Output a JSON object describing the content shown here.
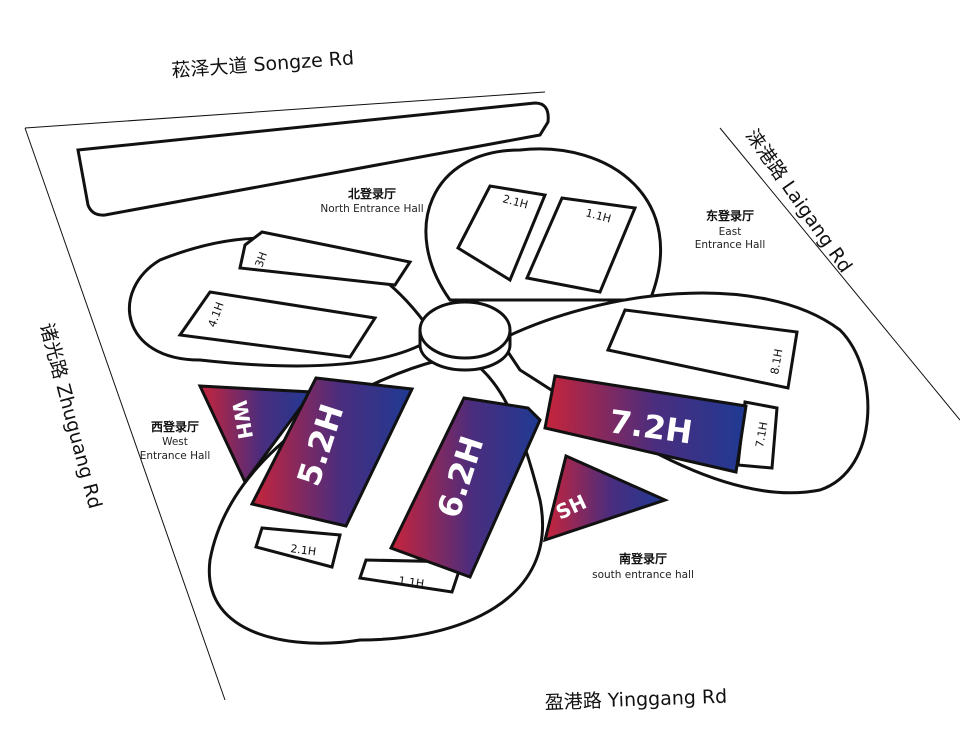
{
  "roads": {
    "north": "菘泽大道 Songze Rd",
    "east": "涞港路 Laigang Rd",
    "west": "诸光路 Zhuguang Rd",
    "south": "盈港路 Yinggang Rd"
  },
  "entrances": {
    "north": {
      "zh": "北登录厅",
      "en": "North Entrance Hall"
    },
    "east": {
      "zh": "东登录厅",
      "en1": "East",
      "en2": "Entrance Hall"
    },
    "west": {
      "zh": "西登录厅",
      "en1": "West",
      "en2": "Entrance Hall"
    },
    "south": {
      "zh": "南登录厅",
      "en": "south entrance hall"
    }
  },
  "halls": {
    "h3": "3H",
    "h41": "4.1H",
    "h21_top": "2.1H",
    "h11_top": "1.1H",
    "h81": "8.1H",
    "h71": "7.1H",
    "h21_bottom": "2.1H",
    "h11_bottom": "1.1H",
    "h52": "5.2H",
    "h62": "6.2H",
    "h72": "7.2H",
    "wh": "WH",
    "sh": "SH"
  },
  "colors": {
    "highlight_start": "#c8243a",
    "highlight_end": "#1f3a93"
  }
}
